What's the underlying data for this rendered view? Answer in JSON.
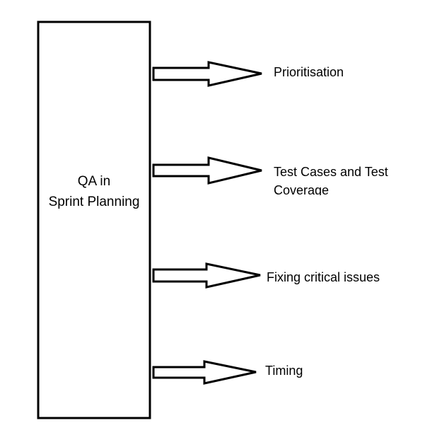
{
  "diagram": {
    "box": {
      "line1": "QA in",
      "line2": "Sprint Planning"
    },
    "items": [
      {
        "lines": [
          "Prioritisation"
        ]
      },
      {
        "lines": [
          "Test Cases and Test",
          "Coverage"
        ]
      },
      {
        "lines": [
          "Fixing critical issues"
        ]
      },
      {
        "lines": [
          "Timing"
        ]
      }
    ],
    "colors": {
      "stroke": "#000000",
      "background": "#ffffff"
    }
  }
}
